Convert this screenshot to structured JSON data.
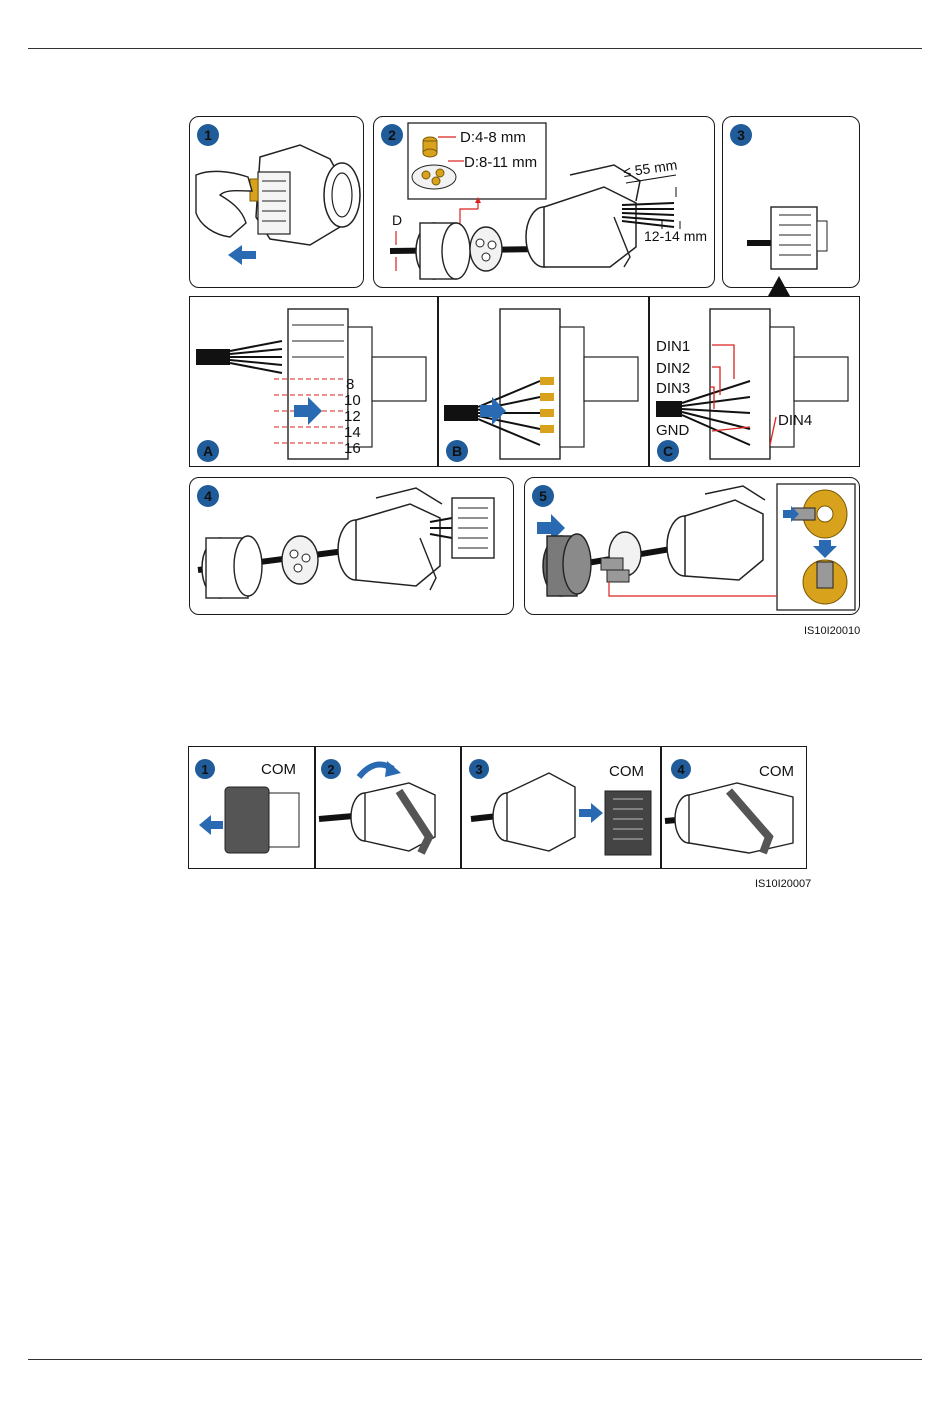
{
  "figure1": {
    "code": "IS10I20010",
    "steps": {
      "s1": "1",
      "s2": "2",
      "s3": "3",
      "s4": "4",
      "s5": "5",
      "a": "A",
      "b": "B",
      "c": "C"
    },
    "dims": {
      "hole_small": "D:4-8 mm",
      "hole_large": "D:8-11 mm",
      "strip": "≤ 55 mm",
      "wire": "12-14 mm",
      "diameter": "D"
    },
    "pins": [
      "8",
      "10",
      "12",
      "14",
      "16"
    ],
    "signals": {
      "din1": "DIN1",
      "din2": "DIN2",
      "din3": "DIN3",
      "din4": "DIN4",
      "gnd": "GND"
    }
  },
  "figure2": {
    "code": "IS10I20007",
    "steps": {
      "s1": "1",
      "s2": "2",
      "s3": "3",
      "s4": "4"
    },
    "port_labels": {
      "p1": "COM",
      "p3": "COM",
      "p4": "COM"
    }
  },
  "colors": {
    "step_badge": "#1f5c99",
    "arrow_blue": "#2a6ab3",
    "red_line": "#d9231f",
    "gold": "#d9a21c"
  }
}
